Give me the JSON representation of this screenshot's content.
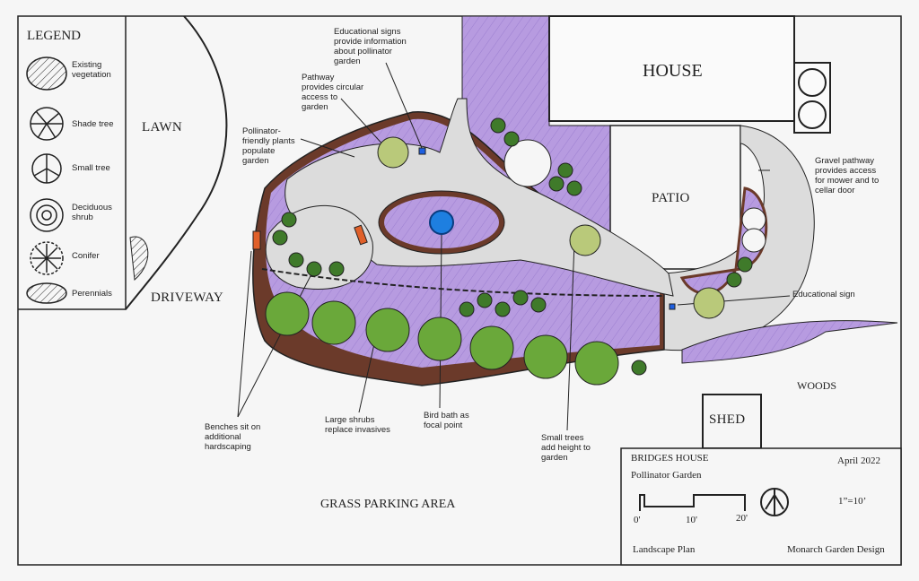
{
  "legend": {
    "title": "LEGEND",
    "items": [
      {
        "label": "Existing vegetation",
        "icon": "existing-vegetation-icon"
      },
      {
        "label": "Shade tree",
        "icon": "shade-tree-icon"
      },
      {
        "label": "Small tree",
        "icon": "small-tree-icon"
      },
      {
        "label": "Deciduous shrub",
        "icon": "deciduous-shrub-icon"
      },
      {
        "label": "Conifer",
        "icon": "conifer-icon"
      },
      {
        "label": "Perennials",
        "icon": "perennials-icon"
      }
    ]
  },
  "areas": {
    "lawn": "LAWN",
    "driveway": "DRIVEWAY",
    "house": "HOUSE",
    "patio": "PATIO",
    "shed": "SHED",
    "woods": "WOODS",
    "parking": "GRASS PARKING AREA"
  },
  "notes": {
    "signs": "Educational signs provide information about pollinator garden",
    "pathway": "Pathway provides circular access to garden",
    "plants": "Pollinator-friendly plants populate garden",
    "gravel": "Gravel pathway provides access for mower and to cellar door",
    "sign": "Educational sign",
    "benches": "Benches sit on additional hardscaping",
    "shrubs": "Large shrubs replace invasives",
    "birdbath": "Bird bath as focal point",
    "trees": "Small trees add height to garden"
  },
  "title_block": {
    "project": "BRIDGES HOUSE",
    "subtitle": "Pollinator Garden",
    "date": "April 2022",
    "scale_ticks": [
      "0'",
      "10'",
      "20'"
    ],
    "scale": "1”=10’",
    "plan_type": "Landscape Plan",
    "designer": "Monarch Garden Design"
  },
  "colors": {
    "purple": "#b79be0",
    "mulch": "#6b3a2a",
    "path": "#dcdcdc",
    "water": "#1e7fe0",
    "shrub": "#6aa83a",
    "tree": "#b9c97a"
  }
}
